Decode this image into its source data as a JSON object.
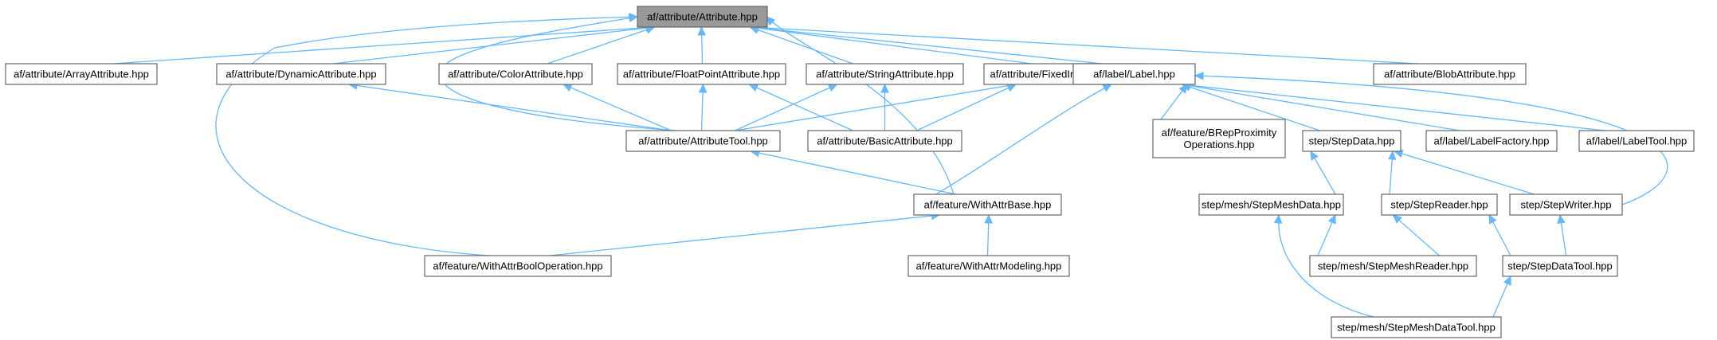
{
  "graph": {
    "colors": {
      "edge": "#63b8ff",
      "node_border": "#666666",
      "root_fill": "#999999",
      "node_fill": "#ffffff"
    },
    "nodes": [
      {
        "id": "attribute",
        "lines": [
          "af/attribute/Attribute.hpp"
        ],
        "root": true
      },
      {
        "id": "array",
        "lines": [
          "af/attribute/ArrayAttribute.hpp"
        ]
      },
      {
        "id": "dynamic",
        "lines": [
          "af/attribute/DynamicAttribute.hpp"
        ]
      },
      {
        "id": "color",
        "lines": [
          "af/attribute/ColorAttribute.hpp"
        ]
      },
      {
        "id": "float",
        "lines": [
          "af/attribute/FloatPointAttribute.hpp"
        ]
      },
      {
        "id": "string",
        "lines": [
          "af/attribute/StringAttribute.hpp"
        ]
      },
      {
        "id": "fixedint",
        "lines": [
          "af/attribute/FixedIntAttribute.hpp"
        ]
      },
      {
        "id": "label",
        "lines": [
          "af/label/Label.hpp"
        ]
      },
      {
        "id": "blob",
        "lines": [
          "af/attribute/BlobAttribute.hpp"
        ]
      },
      {
        "id": "attrtool",
        "lines": [
          "af/attribute/AttributeTool.hpp"
        ]
      },
      {
        "id": "basic",
        "lines": [
          "af/attribute/BasicAttribute.hpp"
        ]
      },
      {
        "id": "brep",
        "lines": [
          "af/feature/BRepProximity",
          "Operations.hpp"
        ]
      },
      {
        "id": "stepdata",
        "lines": [
          "step/StepData.hpp"
        ]
      },
      {
        "id": "labelfactory",
        "lines": [
          "af/label/LabelFactory.hpp"
        ]
      },
      {
        "id": "labeltool",
        "lines": [
          "af/label/LabelTool.hpp"
        ]
      },
      {
        "id": "withattrbase",
        "lines": [
          "af/feature/WithAttrBase.hpp"
        ]
      },
      {
        "id": "stepmeshdata",
        "lines": [
          "step/mesh/StepMeshData.hpp"
        ]
      },
      {
        "id": "stepreader",
        "lines": [
          "step/StepReader.hpp"
        ]
      },
      {
        "id": "stepwriter",
        "lines": [
          "step/StepWriter.hpp"
        ]
      },
      {
        "id": "withattrbool",
        "lines": [
          "af/feature/WithAttrBoolOperation.hpp"
        ]
      },
      {
        "id": "withattrmodeling",
        "lines": [
          "af/feature/WithAttrModeling.hpp"
        ]
      },
      {
        "id": "stepmeshreader",
        "lines": [
          "step/mesh/StepMeshReader.hpp"
        ]
      },
      {
        "id": "stepdatatool",
        "lines": [
          "step/StepDataTool.hpp"
        ]
      },
      {
        "id": "stepmeshdatatool",
        "lines": [
          "step/mesh/StepMeshDataTool.hpp"
        ]
      }
    ],
    "edges": [
      {
        "from": "array",
        "to": "attribute"
      },
      {
        "from": "dynamic",
        "to": "attribute"
      },
      {
        "from": "color",
        "to": "attribute"
      },
      {
        "from": "float",
        "to": "attribute"
      },
      {
        "from": "string",
        "to": "attribute"
      },
      {
        "from": "fixedint",
        "to": "attribute"
      },
      {
        "from": "label",
        "to": "attribute"
      },
      {
        "from": "blob",
        "to": "attribute"
      },
      {
        "from": "attrtool",
        "to": "attribute"
      },
      {
        "from": "withattrbase",
        "to": "attribute"
      },
      {
        "from": "withattrbool",
        "to": "attribute"
      },
      {
        "from": "attrtool",
        "to": "dynamic"
      },
      {
        "from": "attrtool",
        "to": "color"
      },
      {
        "from": "attrtool",
        "to": "float"
      },
      {
        "from": "attrtool",
        "to": "string"
      },
      {
        "from": "attrtool",
        "to": "fixedint"
      },
      {
        "from": "basic",
        "to": "float"
      },
      {
        "from": "basic",
        "to": "string"
      },
      {
        "from": "basic",
        "to": "fixedint"
      },
      {
        "from": "withattrbase",
        "to": "attrtool"
      },
      {
        "from": "withattrbase",
        "to": "label"
      },
      {
        "from": "brep",
        "to": "label"
      },
      {
        "from": "stepdata",
        "to": "label"
      },
      {
        "from": "labelfactory",
        "to": "label"
      },
      {
        "from": "labeltool",
        "to": "label"
      },
      {
        "from": "stepwriter",
        "to": "label"
      },
      {
        "from": "withattrbool",
        "to": "withattrbase"
      },
      {
        "from": "withattrmodeling",
        "to": "withattrbase"
      },
      {
        "from": "stepmeshdata",
        "to": "stepdata"
      },
      {
        "from": "stepreader",
        "to": "stepdata"
      },
      {
        "from": "stepwriter",
        "to": "stepdata"
      },
      {
        "from": "stepmeshreader",
        "to": "stepmeshdata"
      },
      {
        "from": "stepmeshdatatool",
        "to": "stepmeshdata"
      },
      {
        "from": "stepmeshreader",
        "to": "stepreader"
      },
      {
        "from": "stepdatatool",
        "to": "stepreader"
      },
      {
        "from": "stepdatatool",
        "to": "stepwriter"
      },
      {
        "from": "stepmeshdatatool",
        "to": "stepdatatool"
      }
    ]
  }
}
